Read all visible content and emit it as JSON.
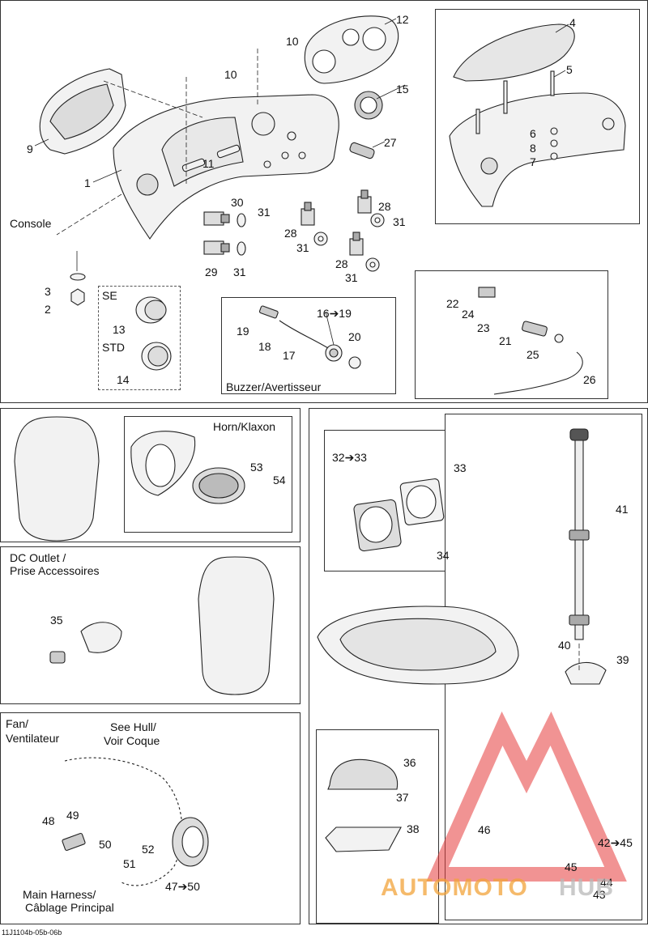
{
  "top_callouts": {
    "n1": "1",
    "n2": "2",
    "n3": "3",
    "n9": "9",
    "n10a": "10",
    "n10b": "10",
    "n11": "11",
    "n12": "12",
    "n13": "13",
    "n14": "14",
    "n15": "15",
    "n27": "27",
    "n28a": "28",
    "n28b": "28",
    "n28c": "28",
    "n29": "29",
    "n30": "30",
    "n31a": "31",
    "n31b": "31",
    "n31c": "31",
    "n31d": "31",
    "n31e": "31"
  },
  "console_label": "Console",
  "se_label": "SE",
  "std_label": "STD",
  "inset_top_right": {
    "n4": "4",
    "n5": "5",
    "n6": "6",
    "n7": "7",
    "n8": "8"
  },
  "buzzer": {
    "title": "Buzzer/Avertisseur",
    "n16_19": "16➔19",
    "n17": "17",
    "n18": "18",
    "n19": "19",
    "n20": "20"
  },
  "key_inset": {
    "n21": "21",
    "n22": "22",
    "n23": "23",
    "n24": "24",
    "n25": "25",
    "n26": "26"
  },
  "horn": {
    "title": "Horn/Klaxon",
    "n53": "53",
    "n54": "54"
  },
  "dc_outlet": {
    "title_line1": "DC Outlet /",
    "title_line2": "Prise Accessoires",
    "n35": "35"
  },
  "fan": {
    "title_line1": "Fan/",
    "title_line2": "Ventilateur",
    "see_hull_line1": "See Hull/",
    "see_hull_line2": "Voir Coque",
    "harness_line1": "Main Harness/",
    "harness_line2": "Câblage Principal",
    "n47_50": "47➔50",
    "n48": "48",
    "n49": "49",
    "n50": "50",
    "n51": "51",
    "n52": "52"
  },
  "gauge_inset": {
    "n32_33": "32➔33",
    "n33": "33",
    "n34": "34"
  },
  "light_inset": {
    "n36": "36",
    "n37": "37",
    "n38": "38"
  },
  "pole_panel": {
    "n39": "39",
    "n40": "40",
    "n41": "41",
    "n42_45": "42➔45",
    "n43": "43",
    "n44": "44",
    "n45": "45",
    "n46": "46"
  },
  "reference": "11J1104b-05b-06b",
  "watermark": {
    "part1": "AUTOMOTO",
    "part2": "HUB"
  },
  "colors": {
    "line": "#222222",
    "fill": "#f2f2f2",
    "shade": "#cfcfcf",
    "wm_red": "#e63b3b",
    "wm_orange": "#f2a33a",
    "wm_grey": "#b9b9b9"
  }
}
